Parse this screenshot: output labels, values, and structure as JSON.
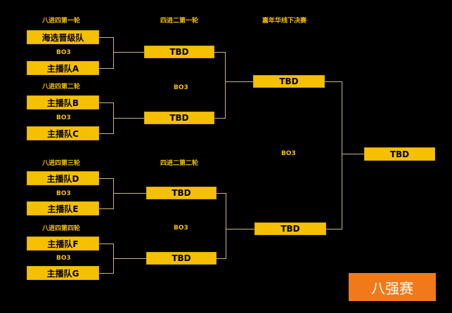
{
  "headers": {
    "r8_1": "八进四第一轮",
    "r8_2": "八进四第二轮",
    "r8_3": "八进四第三轮",
    "r8_4": "八进四第四轮",
    "r4_1": "四进二第一轮",
    "r4_2": "四进二第二轮",
    "final": "嘉年华线下决赛"
  },
  "teams": {
    "t1": "海选晋级队",
    "t2": "主播队A",
    "t3": "主播队B",
    "t4": "主播队C",
    "t5": "主播队D",
    "t6": "主播队E",
    "t7": "主播队F",
    "t8": "主播队G"
  },
  "tbd": "TBD",
  "bo3": "BO3",
  "badge": "八强赛",
  "colors": {
    "box": "#f5c000",
    "label": "#f5c000",
    "badge": "#f07a1a",
    "line": "#c9b489"
  }
}
